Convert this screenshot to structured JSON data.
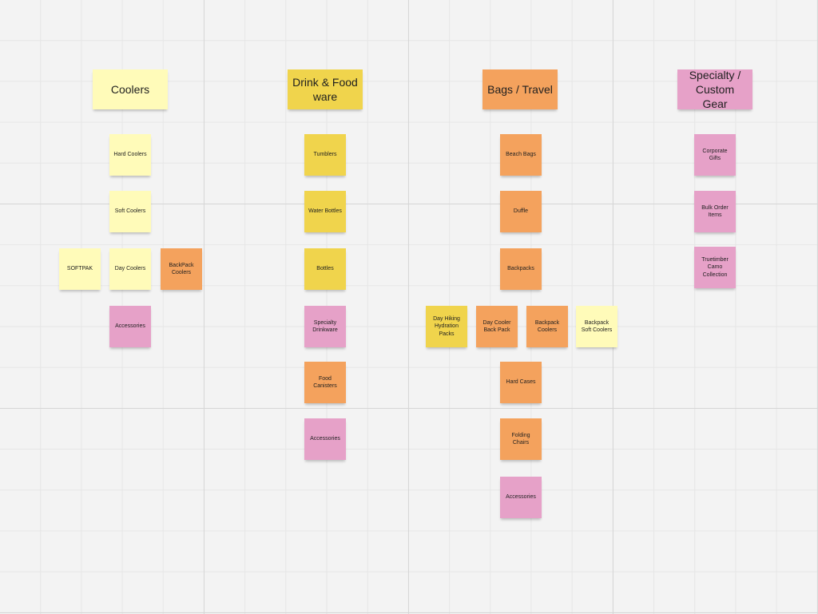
{
  "colors": {
    "light_yellow": "#fffbb9",
    "yellow": "#f0d44c",
    "orange": "#f4a25d",
    "pink": "#e6a1c8"
  },
  "headers": {
    "coolers": "Coolers",
    "drink_food": "Drink & Food\nware",
    "bags_travel": "Bags / Travel",
    "specialty": "Specialty /\nCustom Gear"
  },
  "coolers": {
    "hard_coolers": "Hard Coolers",
    "soft_coolers": "Soft Coolers",
    "softpak": "SOFTPAK",
    "day_coolers": "Day Coolers",
    "backpack_coolers": "BackPack\nCoolers",
    "accessories": "Accessories"
  },
  "drink_food": {
    "tumblers": "Tumblers",
    "water_bottles": "Water Bottles",
    "bottles": "Bottles",
    "specialty_drinkware": "Specialty\nDrinkware",
    "food_canisters": "Food\nCanisters",
    "accessories": "Accessories"
  },
  "bags_travel": {
    "beach_bags": "Beach Bags",
    "duffle": "Duffle",
    "backpacks": "Backpacks",
    "day_hiking_hydration_packs": "Day Hiking\nHydration\nPacks",
    "day_cooler_back_pack": "Day Cooler\nBack Pack",
    "backpack_coolers": "Backpack\nCoolers",
    "backpack_soft_coolers": "Backpack\nSoft Coolers",
    "hard_cases": "Hard Cases",
    "folding_chairs": "Folding\nChairs",
    "accessories": "Accessories"
  },
  "specialty": {
    "corporate_gifts": "Corporate\nGifts",
    "bulk_order_items": "Bulk Order\nItems",
    "truetimber_camo_collection": "Truetimber\nCamo\nCollection"
  }
}
